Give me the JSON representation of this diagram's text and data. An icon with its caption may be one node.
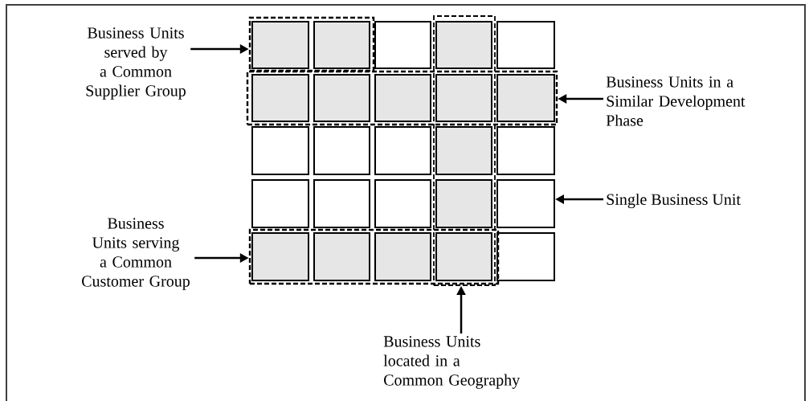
{
  "diagram": {
    "nodes": [
      {
        "text": [
          "Business Units served by a Common Supplier Group"
        ]
      },
      {
        "text": [
          "Business Units in a Similar Development Phase"
        ]
      },
      {
        "text": [
          "Single Business Unit"
        ]
      },
      {
        "text": [
          "Business Units serving a Common Customer Group"
        ]
      },
      {
        "text": [
          "Business Units located in a Common Geography"
        ]
      },
      {
        "text": [],
        "shape": "box"
      },
      {
        "text": [],
        "shape": "box"
      },
      {
        "text": [],
        "shape": "box"
      },
      {
        "text": [],
        "shape": "box"
      },
      {
        "text": [],
        "shape": "box",
        "in": 5
      },
      {
        "text": [],
        "shape": "box",
        "in": 5
      },
      {
        "text": [],
        "shape": "box"
      },
      {
        "text": [],
        "shape": "box",
        "in": 6
      },
      {
        "text": [],
        "shape": "box"
      },
      {
        "text": [],
        "shape": "box",
        "in": 7
      },
      {
        "text": [],
        "shape": "box",
        "in": 7
      },
      {
        "text": [],
        "shape": "box",
        "in": 7
      },
      {
        "text": [],
        "shape": "box"
      },
      {
        "text": [],
        "shape": "box",
        "in": 7
      },
      {
        "text": [],
        "shape": "box"
      },
      {
        "text": [],
        "shape": "box"
      },
      {
        "text": [],
        "shape": "box"
      },
      {
        "text": [],
        "shape": "box",
        "in": 6
      },
      {
        "text": [],
        "shape": "box"
      },
      {
        "text": [],
        "shape": "box"
      },
      {
        "text": [],
        "shape": "box"
      },
      {
        "text": [],
        "shape": "box"
      },
      {
        "text": [],
        "shape": "box",
        "in": 6
      },
      {
        "text": [],
        "shape": "box"
      },
      {
        "text": [],
        "shape": "box",
        "in": 8
      },
      {
        "text": [],
        "shape": "box",
        "in": 8
      },
      {
        "text": [],
        "shape": "box",
        "in": 8
      },
      {
        "text": [],
        "shape": "box"
      },
      {
        "text": [],
        "shape": "box"
      }
    ],
    "edges": [
      {
        "from": 0,
        "to": 5,
        "arrow": "to"
      },
      {
        "from": 1,
        "to": 7,
        "arrow": "to"
      },
      {
        "from": 2,
        "to": 28,
        "arrow": "to"
      },
      {
        "from": 3,
        "to": 8,
        "arrow": "to"
      },
      {
        "from": 4,
        "to": 6,
        "arrow": "to"
      }
    ]
  }
}
